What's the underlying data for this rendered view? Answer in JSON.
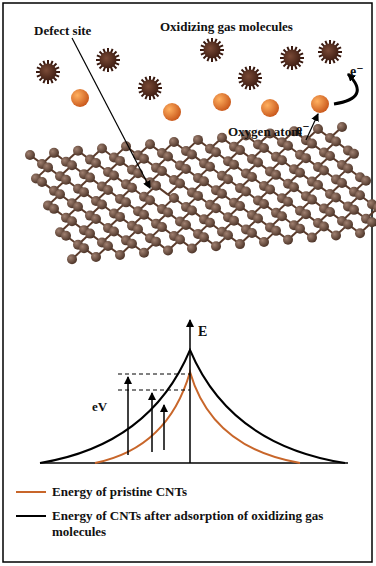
{
  "diagram": {
    "labels": [
      "Defect site",
      "Oxidizing gas molecules",
      "Oxygen atom",
      "e⁻",
      "e⁻",
      "E",
      "eV"
    ],
    "legend": [
      {
        "text": "Energy of  pristine CNTs"
      },
      {
        "text": "Energy of CNTs after adsorption of oxidizing gas molecules"
      }
    ]
  }
}
